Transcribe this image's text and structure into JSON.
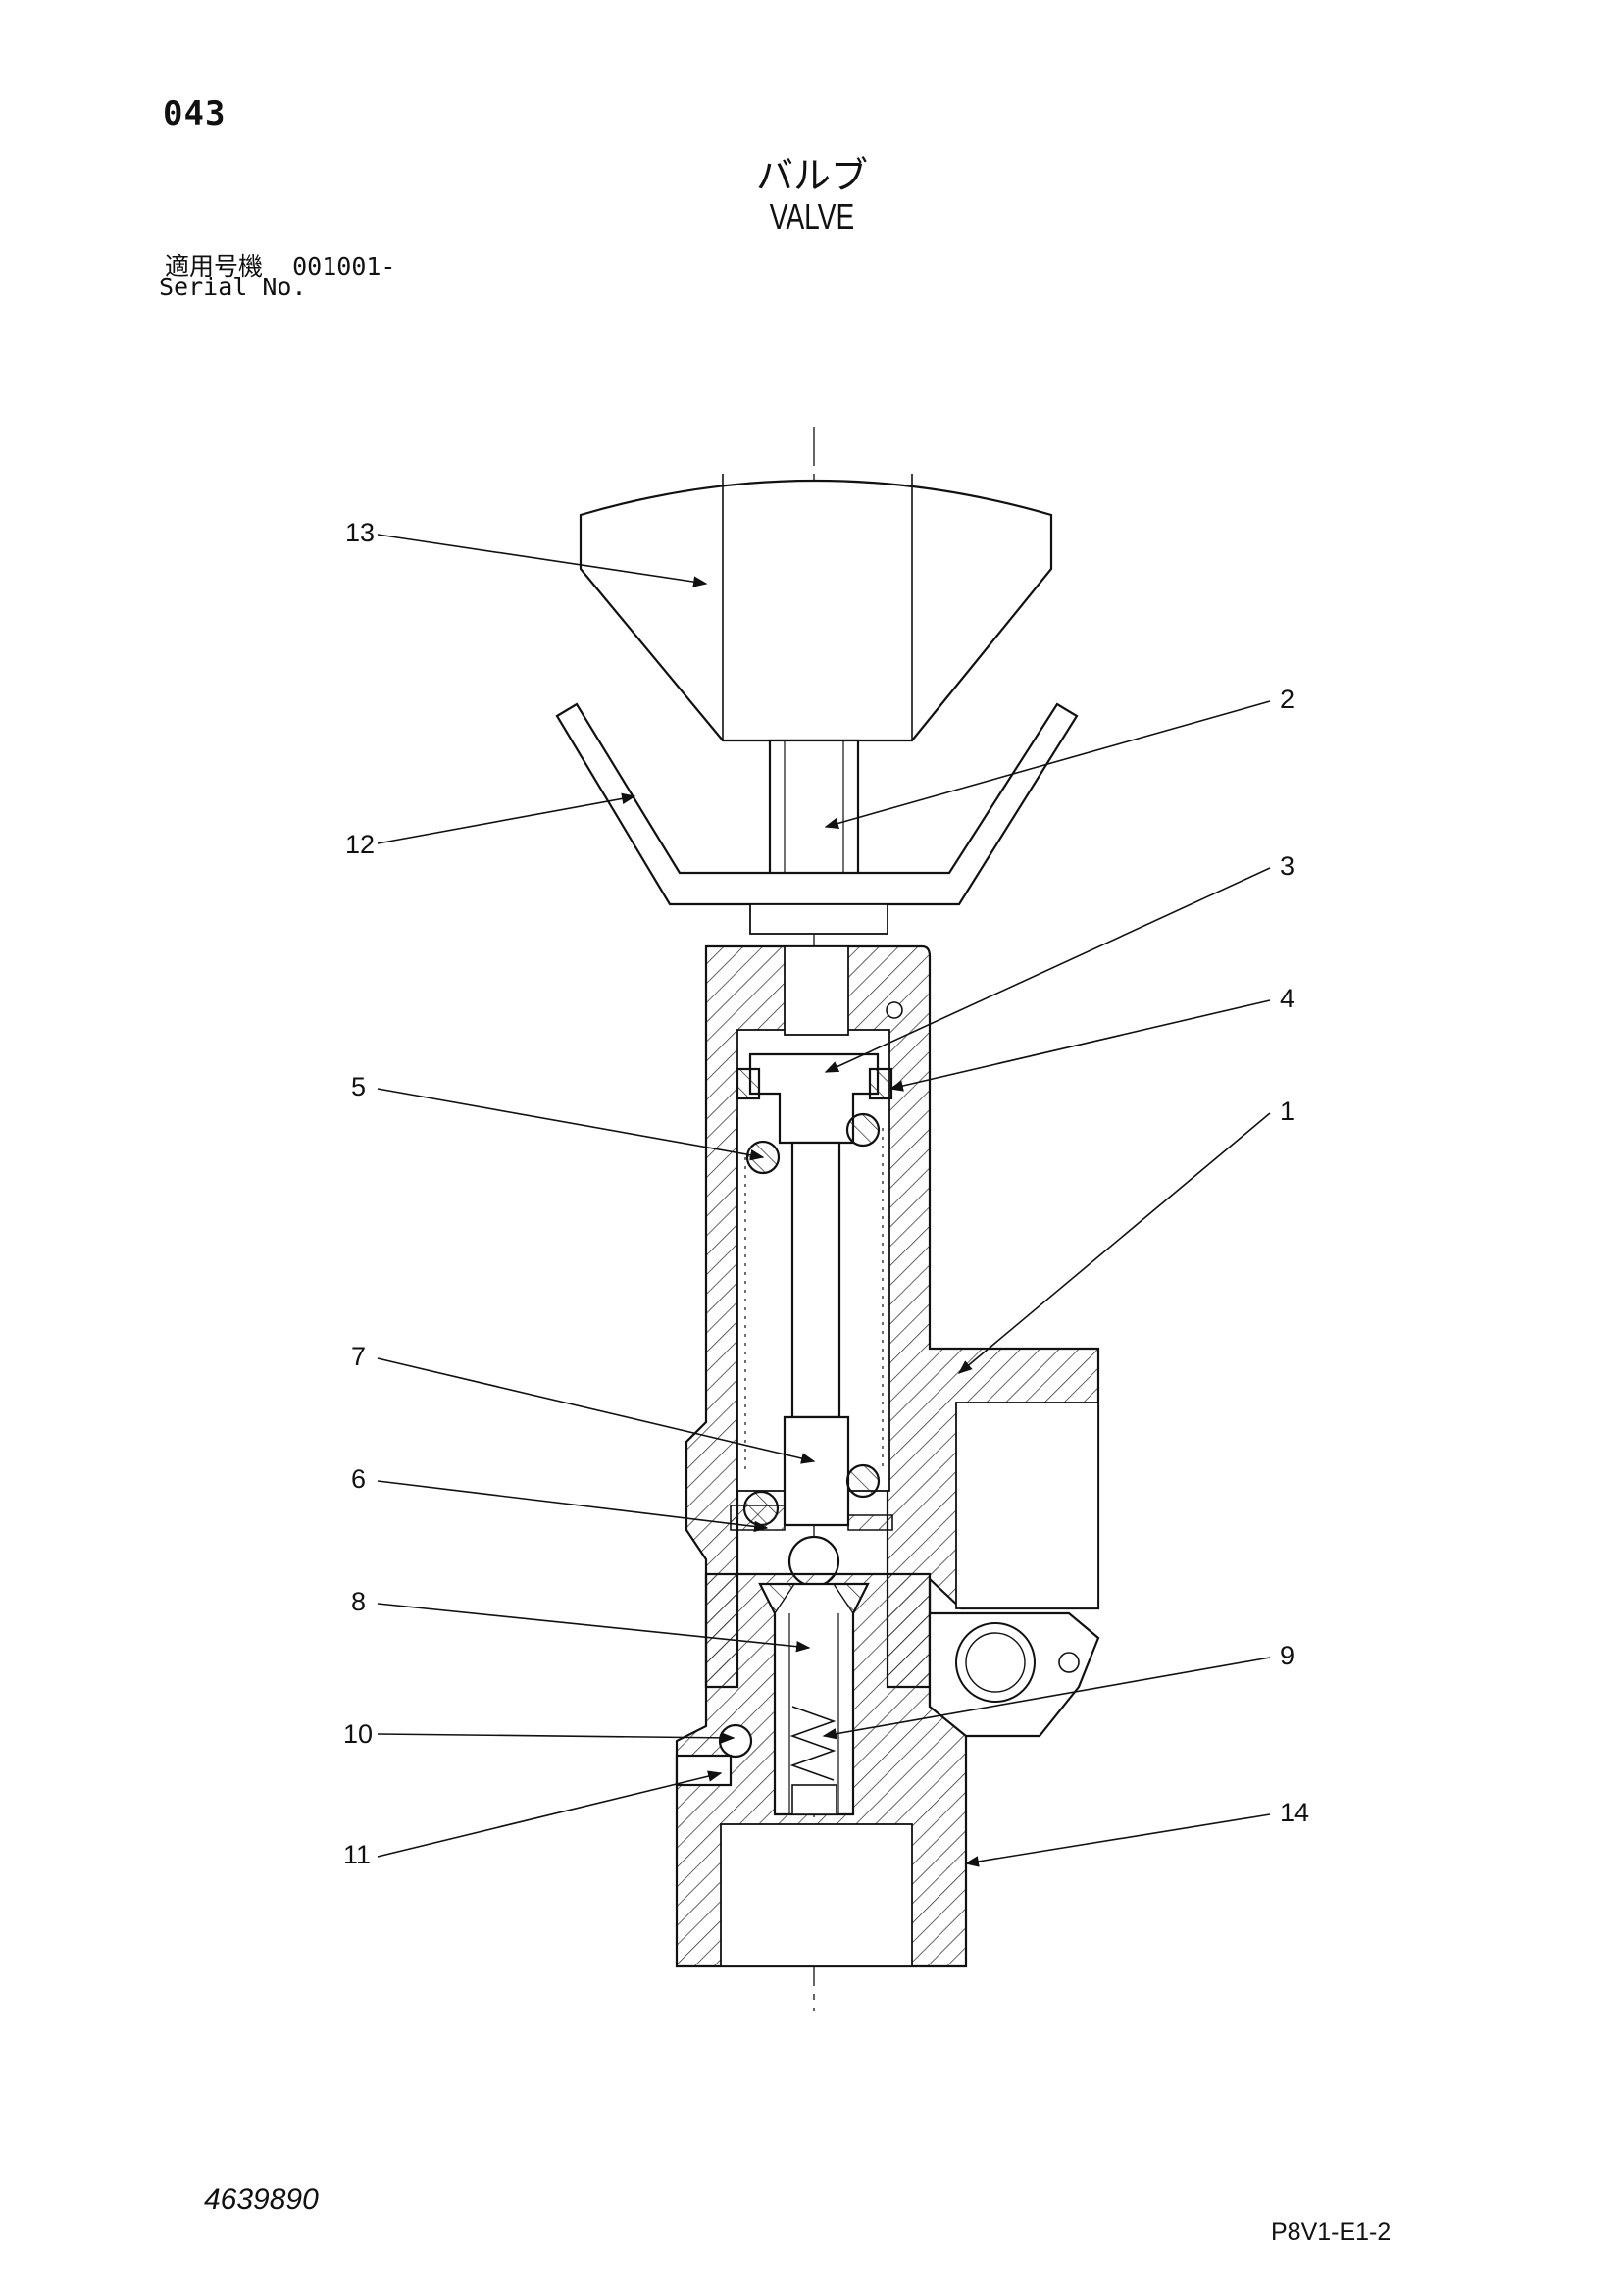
{
  "header": {
    "page_no": "043",
    "title_jp": "バルブ",
    "title_en": "VALVE",
    "serial_label_jp": "適用号機",
    "serial_value": "001001-",
    "serial_label_en": "Serial No."
  },
  "footer": {
    "doc_no": "4639890",
    "sheet_code": "P8V1-E1-2"
  },
  "callouts": [
    {
      "id": "c1",
      "label": "1"
    },
    {
      "id": "c2",
      "label": "2"
    },
    {
      "id": "c3",
      "label": "3"
    },
    {
      "id": "c4",
      "label": "4"
    },
    {
      "id": "c5",
      "label": "5"
    },
    {
      "id": "c6",
      "label": "6"
    },
    {
      "id": "c7",
      "label": "7"
    },
    {
      "id": "c8",
      "label": "8"
    },
    {
      "id": "c9",
      "label": "9"
    },
    {
      "id": "c10",
      "label": "10"
    },
    {
      "id": "c11",
      "label": "11"
    },
    {
      "id": "c12",
      "label": "12"
    },
    {
      "id": "c13",
      "label": "13"
    },
    {
      "id": "c14",
      "label": "14"
    }
  ]
}
